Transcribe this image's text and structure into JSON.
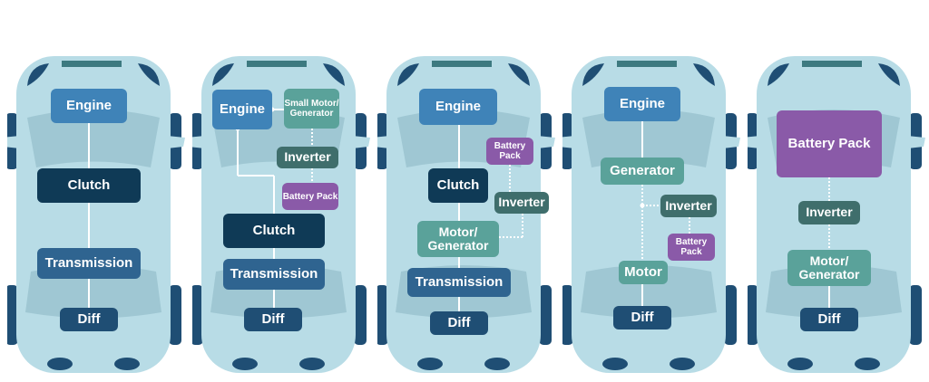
{
  "colors": {
    "car_body": "#b8dce6",
    "car_glass": "#9fc7d3",
    "car_wheel": "#1f4e74",
    "engine": "#3f83b8",
    "clutch": "#0f3a56",
    "transmission": "#2f6490",
    "diff": "#1f4e74",
    "motor_generator": "#5aa29a",
    "inverter": "#3f6e6c",
    "battery": "#8a5aa8"
  },
  "cars": [
    {
      "engine": "Engine",
      "clutch": "Clutch",
      "transmission": "Transmission",
      "diff": "Diff"
    },
    {
      "engine": "Engine",
      "motor_generator": "Small Motor/ Generator",
      "inverter": "Inverter",
      "battery": "Battery Pack",
      "clutch": "Clutch",
      "transmission": "Transmission",
      "diff": "Diff"
    },
    {
      "engine": "Engine",
      "battery": "Battery Pack",
      "clutch": "Clutch",
      "inverter": "Inverter",
      "motor_generator": "Motor/ Generator",
      "transmission": "Transmission",
      "diff": "Diff"
    },
    {
      "engine": "Engine",
      "generator": "Generator",
      "inverter": "Inverter",
      "battery": "Battery Pack",
      "motor": "Motor",
      "diff": "Diff"
    },
    {
      "battery": "Battery Pack",
      "inverter": "Inverter",
      "motor_generator": "Motor/ Generator",
      "diff": "Diff"
    }
  ]
}
